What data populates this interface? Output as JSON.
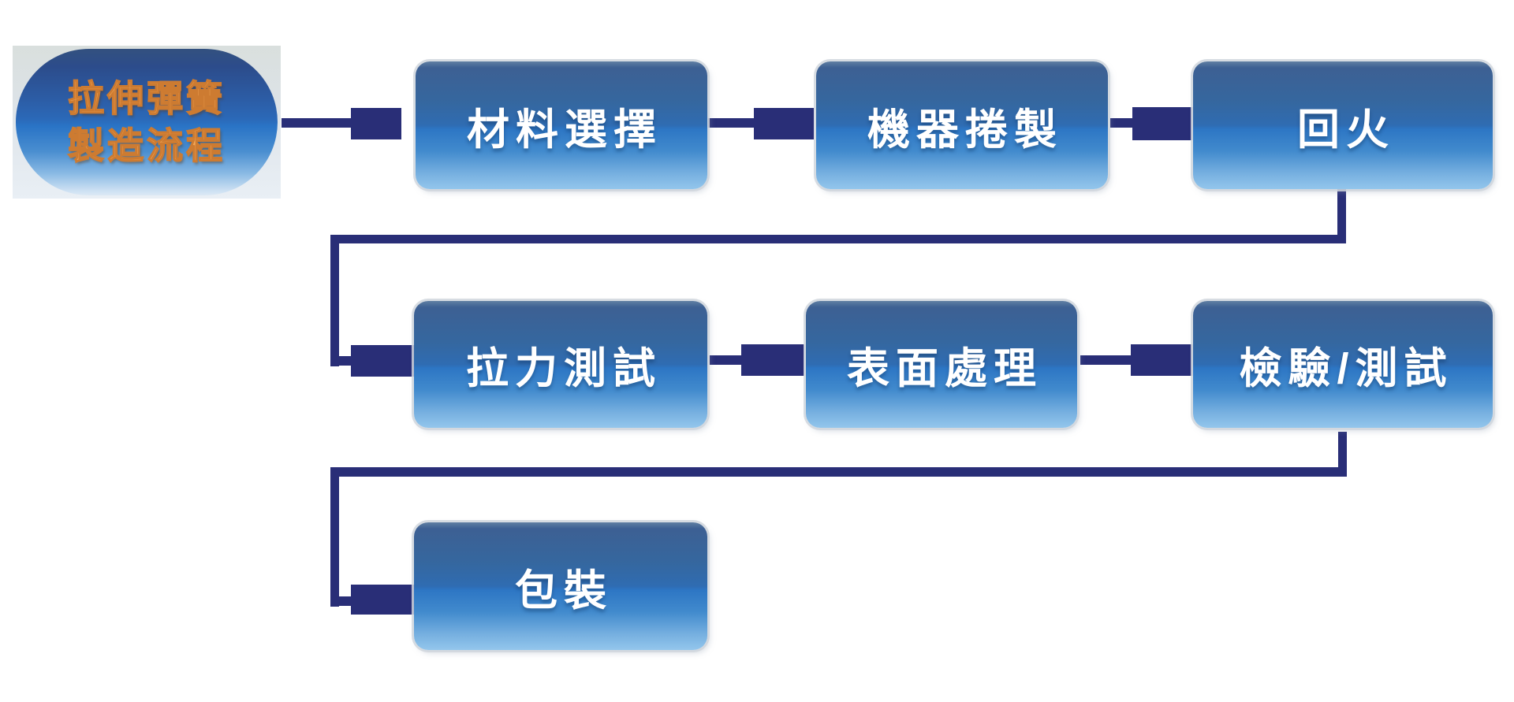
{
  "title": {
    "line1": "拉伸彈簧",
    "line2": "製造流程"
  },
  "nodes": [
    {
      "id": "material-selection",
      "label": "材料選擇"
    },
    {
      "id": "machine-coiling",
      "label": "機器捲製"
    },
    {
      "id": "tempering",
      "label": "回火"
    },
    {
      "id": "tension-test",
      "label": "拉力測試"
    },
    {
      "id": "surface-treatment",
      "label": "表面處理"
    },
    {
      "id": "inspection-test",
      "label": "檢驗/測試"
    },
    {
      "id": "packaging",
      "label": "包裝"
    }
  ],
  "flow_order": [
    "拉伸彈簧製造流程",
    "材料選擇",
    "機器捲製",
    "回火",
    "拉力測試",
    "表面處理",
    "檢驗/測試",
    "包裝"
  ],
  "colors": {
    "connector_navy": "#292e77",
    "node_gradient_top": "#3d6093",
    "node_gradient_mid": "#2d76c4",
    "node_gradient_bottom": "#93c6ec",
    "node_text": "#ffffff",
    "title_text_orange": "#f4a757",
    "title_text_outline": "#cd7b31",
    "title_backdrop": "#dde3e8",
    "background": "#ffffff"
  }
}
